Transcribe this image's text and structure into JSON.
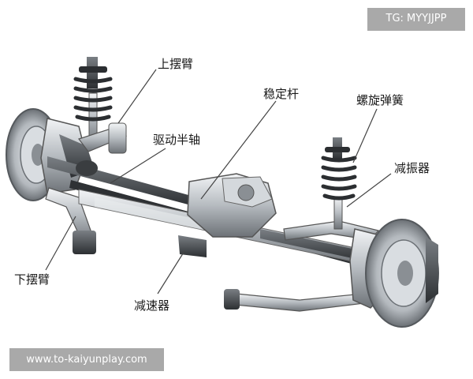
{
  "labels": {
    "upper_arm": "上摆臂",
    "stabilizer_bar": "稳定杆",
    "coil_spring": "螺旋弹簧",
    "drive_half_shaft": "驱动半轴",
    "shock_absorber": "减振器",
    "lower_arm": "下摆臂",
    "reducer": "减速器"
  },
  "watermarks": {
    "telegram": "TG: MYYJJPP",
    "website": "www.to-kaiyunplay.com"
  },
  "colors": {
    "metal_light": "#cfd3d7",
    "metal_mid": "#9aa0a6",
    "metal_dark": "#3f4347",
    "spring": "#2b2e31",
    "leader": "#444444",
    "badge": "#a9a9a9"
  }
}
